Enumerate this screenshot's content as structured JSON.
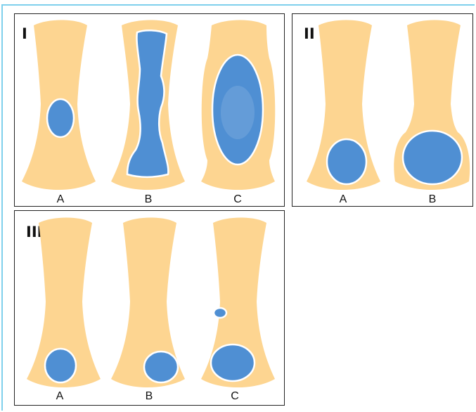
{
  "colors": {
    "bone": "#fdd591",
    "lesion": "#4f8fd3",
    "lesion_outline": "#ffffff",
    "panel_border": "#222222",
    "frame_accent": "#7fd0ec"
  },
  "panels": [
    {
      "label": "I",
      "bones": [
        {
          "label": "A",
          "lesion": "central-small-oval"
        },
        {
          "label": "B",
          "lesion": "eccentric-irregular-longitudinal"
        },
        {
          "label": "C",
          "lesion": "central-large-expansile-oval"
        }
      ]
    },
    {
      "label": "II",
      "bones": [
        {
          "label": "A",
          "lesion": "epiphyseal-round"
        },
        {
          "label": "B",
          "lesion": "epiphyseal-large-expansile"
        }
      ]
    },
    {
      "label": "III",
      "bones": [
        {
          "label": "A",
          "lesion": "metaphyseal-round"
        },
        {
          "label": "B",
          "lesion": "metaphyseal-eccentric-round"
        },
        {
          "label": "C",
          "lesion": "metaphyseal-large-with-skip-lesion"
        }
      ]
    }
  ]
}
